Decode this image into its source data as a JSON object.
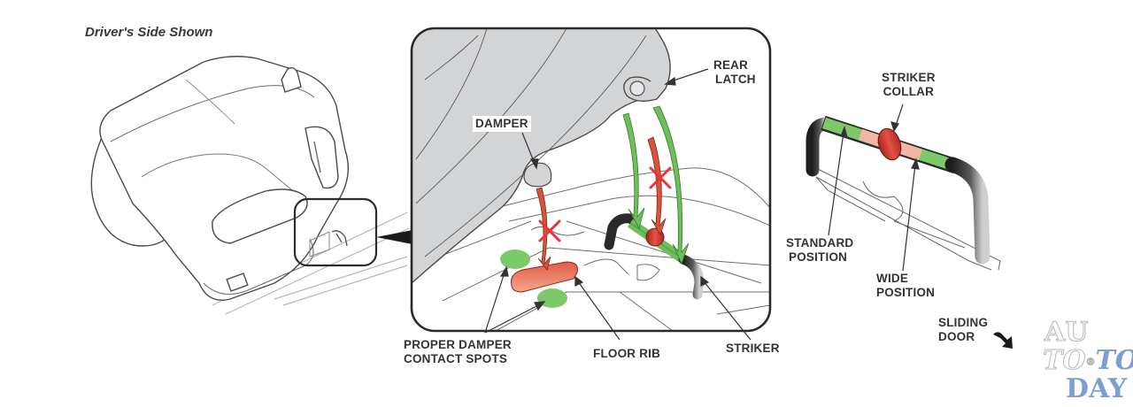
{
  "caption": "Driver's Side Shown",
  "labels": {
    "rear_latch_1": "REAR",
    "rear_latch_2": "LATCH",
    "damper": "DAMPER",
    "proper_damper_1": "PROPER DAMPER",
    "proper_damper_2": "CONTACT SPOTS",
    "floor_rib": "FLOOR RIB",
    "striker": "STRIKER",
    "striker_collar_1": "STRIKER",
    "striker_collar_2": "COLLAR",
    "standard_position_1": "STANDARD",
    "standard_position_2": "POSITION",
    "wide_position_1": "WIDE",
    "wide_position_2": "POSITION",
    "sliding_door_1": "SLIDING",
    "sliding_door_2": "DOOR"
  },
  "watermark": {
    "line1": "AU",
    "line2a": "TO",
    "dot": "®",
    "line2b": "TO",
    "line3": "DAY"
  },
  "colors": {
    "correct_arrow": "#6cbf5a",
    "wrong_arrow": "#d9533a",
    "x_mark": "#e8343a",
    "contact_spot": "#7cc96a",
    "collar": "#d8372f",
    "seat_gray": "#d2d3d5",
    "watermark_blue": "#7d9ed1"
  }
}
